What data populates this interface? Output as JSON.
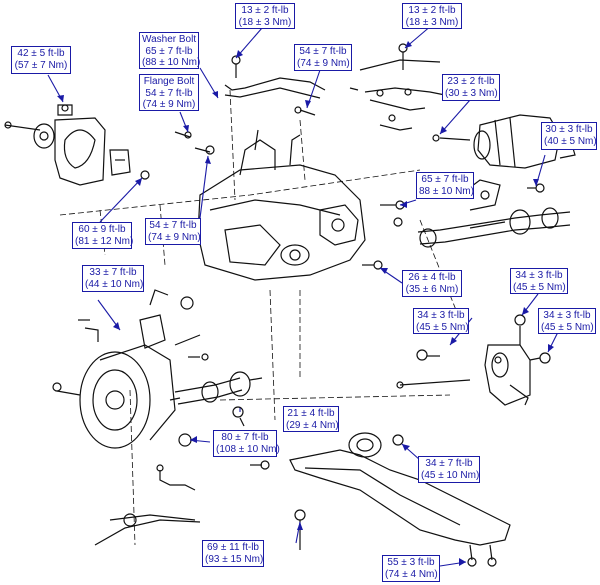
{
  "colors": {
    "label": "#1a1aa6",
    "drawing": "#111111",
    "callout_line": "#1a1aa6"
  },
  "callouts": [
    {
      "id": "c1",
      "lines": [
        "42 ± 5 ft-lb",
        "(57 ± 7 Nm)"
      ]
    },
    {
      "id": "c2",
      "lines": [
        "13 ± 2 ft-lb",
        "(18 ± 3 Nm)"
      ]
    },
    {
      "id": "c3",
      "lines": [
        "13 ± 2 ft-lb",
        "(18 ± 3 Nm)"
      ]
    },
    {
      "id": "c4",
      "lines": [
        "Washer Bolt",
        "65 ± 7 ft-lb",
        "(88 ± 10 Nm)"
      ]
    },
    {
      "id": "c5",
      "lines": [
        "54 ± 7 ft-lb",
        "(74 ± 9 Nm)"
      ]
    },
    {
      "id": "c6",
      "lines": [
        "Flange Bolt",
        "54 ± 7 ft-lb",
        "(74 ± 9 Nm)"
      ]
    },
    {
      "id": "c7",
      "lines": [
        "23 ± 2 ft-lb",
        "(30 ± 3 Nm)"
      ]
    },
    {
      "id": "c8",
      "lines": [
        "30 ± 3 ft-lb",
        "(40 ± 5 Nm)"
      ]
    },
    {
      "id": "c9",
      "lines": [
        "65 ± 7 ft-lb",
        "88 ± 10 Nm)"
      ]
    },
    {
      "id": "c10",
      "lines": [
        "60 ± 9 ft-lb",
        "(81 ± 12 Nm)"
      ]
    },
    {
      "id": "c11",
      "lines": [
        "54 ± 7 ft-lb",
        "(74 ± 9 Nm)"
      ]
    },
    {
      "id": "c12",
      "lines": [
        "26 ± 4 ft-lb",
        "(35 ± 6 Nm)"
      ]
    },
    {
      "id": "c13",
      "lines": [
        "33 ± 7 ft-lb",
        "(44 ± 10 Nm)"
      ]
    },
    {
      "id": "c14",
      "lines": [
        "34 ± 3 ft-lb",
        "(45 ± 5 Nm)"
      ]
    },
    {
      "id": "c15",
      "lines": [
        "34 ± 3 ft-lb",
        "(45 ± 5 Nm)"
      ]
    },
    {
      "id": "c16",
      "lines": [
        "34 ± 3 ft-lb",
        "(45 ± 5 Nm)"
      ]
    },
    {
      "id": "c17",
      "lines": [
        "21 ± 4 ft-lb",
        "(29 ± 4 Nm)"
      ]
    },
    {
      "id": "c18",
      "lines": [
        "80 ± 7 ft-lb",
        "(108 ± 10 Nm)"
      ]
    },
    {
      "id": "c19",
      "lines": [
        "34 ± 7 ft-lb",
        "(45 ± 10 Nm)"
      ]
    },
    {
      "id": "c20",
      "lines": [
        "69 ± 11 ft-lb",
        "(93 ± 15 Nm)"
      ]
    },
    {
      "id": "c21",
      "lines": [
        "55 ± 3 ft-lb",
        "(74 ± 4 Nm)"
      ]
    }
  ]
}
